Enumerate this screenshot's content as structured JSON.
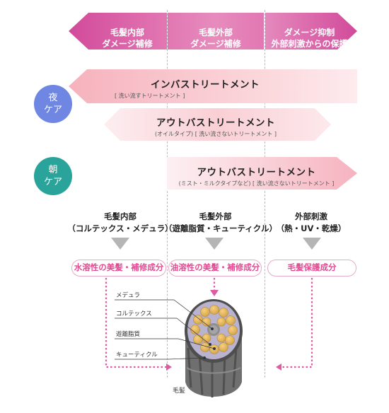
{
  "zones": [
    {
      "line1": "毛髪内部",
      "line2": "ダメージ補修"
    },
    {
      "line1": "毛髪外部",
      "line2": "ダメージ補修"
    },
    {
      "line1": "ダメージ抑制",
      "line2": "外部刺激からの保護"
    }
  ],
  "night": {
    "label1": "夜",
    "label2": "ケア"
  },
  "morning": {
    "label1": "朝",
    "label2": "ケア"
  },
  "bands": {
    "inbath": {
      "title": "インバストリートメント",
      "sub": "[ 洗い流すトリートメント ]"
    },
    "outbath_night": {
      "title": "アウトバストリートメント",
      "sub": "(オイルタイプ) [ 洗い流さないトリートメント ]"
    },
    "outbath_morning": {
      "title": "アウトバストリートメント",
      "sub": "(ミスト・ミルクタイプなど) [ 洗い流さないトリートメント ]"
    }
  },
  "columns": [
    {
      "head1": "毛髪内部",
      "head2": "（コルテックス・メデュラ）",
      "pill": "水溶性の美髪・補修成分"
    },
    {
      "head1": "毛髪外部",
      "head2": "（遊離脂質・キューティクル）",
      "pill": "油溶性の美髪・補修成分"
    },
    {
      "head1": "外部刺激",
      "head2": "（熱・UV・乾燥）",
      "pill": "毛髪保護成分"
    }
  ],
  "hair": {
    "labels": [
      "メデュラ",
      "コルテックス",
      "遊離脂質",
      "キューティクル"
    ],
    "name": "毛髪"
  },
  "colors": {
    "magenta": "#d9519f",
    "pink_band": "#f9cdd3",
    "pill_text": "#e04c92",
    "night_circle": "#6f86e2",
    "morning_circle": "#2aa49a",
    "arrow_gray": "#b5b5b5"
  }
}
